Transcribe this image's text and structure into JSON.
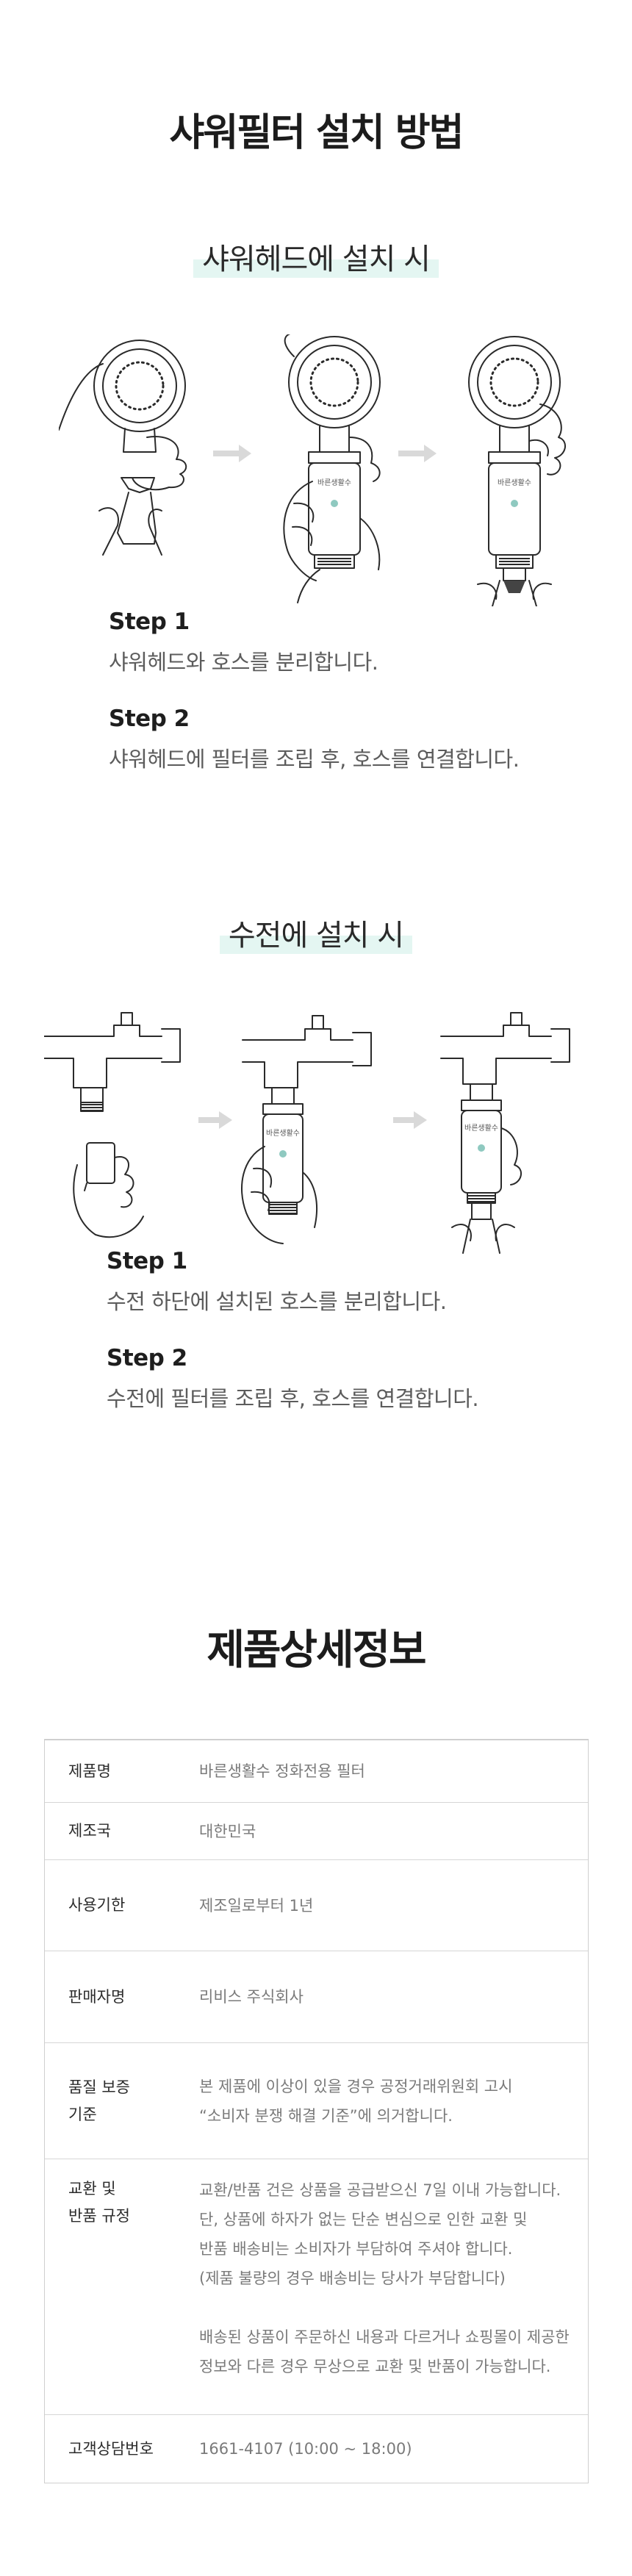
{
  "install": {
    "title": "샤워필터 설치 방법",
    "showerhead": {
      "heading": "샤워헤드에 설치 시",
      "step1_label": "Step 1",
      "step1_desc": "샤워헤드와 호스를 분리합니다.",
      "step2_label": "Step 2",
      "step2_desc": "샤워헤드에 필터를 조립 후, 호스를 연결합니다."
    },
    "faucet": {
      "heading": "수전에 설치 시",
      "step1_label": "Step 1",
      "step1_desc": "수전 하단에 설치된 호스를 분리합니다.",
      "step2_label": "Step 2",
      "step2_desc": "수전에 필터를 조립 후, 호스를 연결합니다."
    },
    "filter_brand_text": "바른생활수"
  },
  "details": {
    "title": "제품상세정보",
    "rows": [
      {
        "key": "제품명",
        "value": "바른생활수 정화전용 필터"
      },
      {
        "key": "제조국",
        "value": "대한민국"
      },
      {
        "key": "사용기한",
        "value": "제조일로부터 1년"
      },
      {
        "key": "판매자명",
        "value": "리비스 주식회사"
      },
      {
        "key_line1": "품질 보증",
        "key_line2": "기준",
        "value_line1": "본 제품에 이상이 있을 경우 공정거래위원회 고시",
        "value_line2": "“소비자 분쟁 해결 기준”에 의거합니다."
      },
      {
        "key_line1": "교환 및",
        "key_line2": "반품 규정",
        "value_line1": "교환/반품 건은 상품을 공급받으신 7일 이내 가능합니다.",
        "value_line2": "단, 상품에 하자가 없는 단순 변심으로 인한 교환 및",
        "value_line3": "반품 배송비는 소비자가 부담하여 주셔야 합니다.",
        "value_line4": "(제품 불량의 경우 배송비는 당사가 부담합니다)",
        "value_line5": "배송된 상품이 주문하신 내용과 다르거나 쇼핑몰이 제공한",
        "value_line6": "정보와 다른 경우 무상으로 교환 및 반품이 가능합니다."
      },
      {
        "key": "고객상담번호",
        "value": "1661-4107 (10:00 ~ 18:00)"
      }
    ]
  },
  "colors": {
    "highlight": "#e4f6f2",
    "arrow": "#d9d9d9",
    "line": "#2a2a2a",
    "accent": "#8fc9c0"
  }
}
